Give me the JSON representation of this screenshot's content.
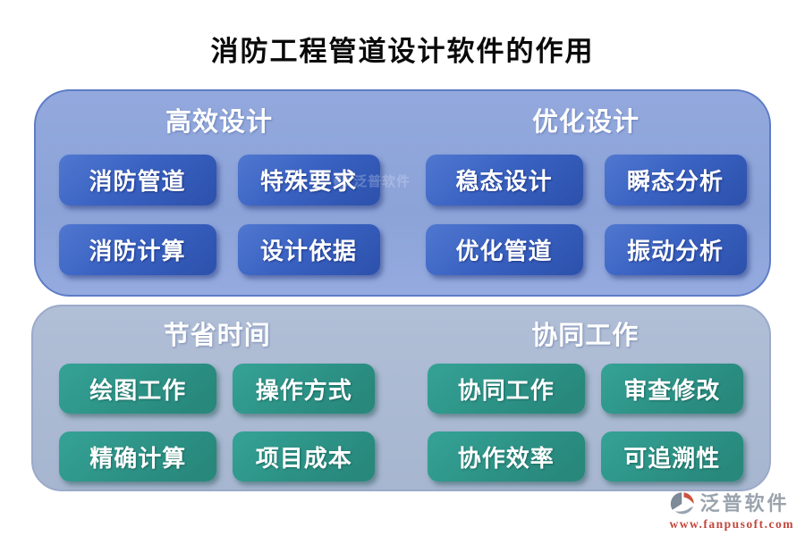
{
  "title": "消防工程管道设计软件的作用",
  "sections": [
    {
      "header": "高效设计",
      "buttons": [
        "消防管道",
        "特殊要求",
        "消防计算",
        "设计依据"
      ]
    },
    {
      "header": "优化设计",
      "buttons": [
        "稳态设计",
        "瞬态分析",
        "优化管道",
        "振动分析"
      ]
    },
    {
      "header": "节省时间",
      "buttons": [
        "绘图工作",
        "操作方式",
        "精确计算",
        "项目成本"
      ]
    },
    {
      "header": "协同工作",
      "buttons": [
        "协同工作",
        "审查修改",
        "协作效率",
        "可追溯性"
      ]
    }
  ],
  "watermark": {
    "text": "泛普软件"
  },
  "footer": {
    "brand": "泛普软件",
    "url": "www.fanpusoft.com"
  },
  "colors": {
    "panel_top_bg": "#8CA3D8",
    "panel_bottom_bg": "#A7B6D0",
    "button_blue": "#3A62C2",
    "button_teal": "#2A9186",
    "title_color": "#0A0A0A",
    "brand_gray": "#9AA3AD",
    "url_red": "#C2463C"
  }
}
